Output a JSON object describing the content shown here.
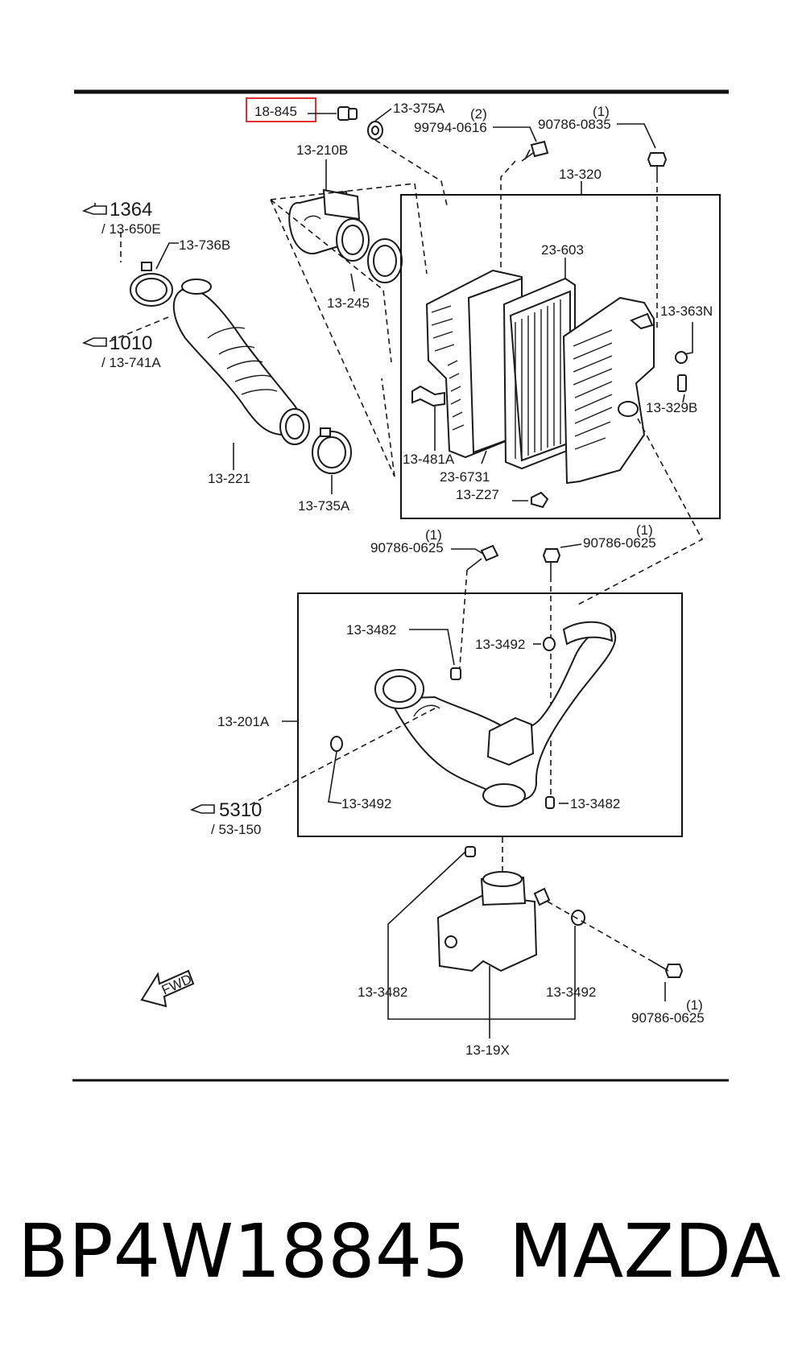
{
  "highlight_color": "#e03030",
  "labels": {
    "l_18845": "18-845",
    "l_13375A": "13-375A",
    "l_q2": "(2)",
    "l_99794": "99794-0616",
    "l_q1a": "(1)",
    "l_90786_0835": "90786-0835",
    "l_13210B": "13-210B",
    "l_13320": "13-320",
    "l_1364": "1364",
    "l_13650E": "/ 13-650E",
    "l_13736B": "13-736B",
    "l_23603": "23-603",
    "l_13245": "13-245",
    "l_13363N": "13-363N",
    "l_1010": "1010",
    "l_13741A": "/ 13-741A",
    "l_13329B": "13-329B",
    "l_13481A": "13-481A",
    "l_236731": "23-6731",
    "l_13221": "13-221",
    "l_13Z27": "13-Z27",
    "l_13735A": "13-735A",
    "l_q1b": "(1)",
    "l_90786_0625a": "90786-0625",
    "l_q1c": "(1)",
    "l_90786_0625b": "90786-0625",
    "l_13_3482a": "13-3482",
    "l_13_3492a": "13-3492",
    "l_13201A": "13-201A",
    "l_13_3492b": "13-3492",
    "l_13_3482b": "13-3482",
    "l_5310": "5310",
    "l_53150": "/ 53-150",
    "l_fwd": "FWD",
    "l_13_3482c": "13-3482",
    "l_13_3492c": "13-3492",
    "l_q1d": "(1)",
    "l_90786_0625c": "90786-0625",
    "l_1319X": "13-19X"
  },
  "footer": {
    "part_number": "BP4W18845",
    "brand": "MAZDA"
  }
}
